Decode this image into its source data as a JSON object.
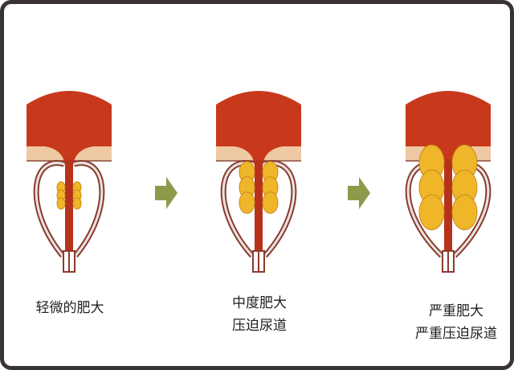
{
  "stages": [
    {
      "lines": [
        "轻微的肥大"
      ]
    },
    {
      "lines": [
        "中度肥大",
        "压迫尿道"
      ]
    },
    {
      "lines": [
        "严重肥大",
        "严重压迫尿道"
      ]
    }
  ],
  "colors": {
    "bladder": "#c8391c",
    "band": "#efc9a3",
    "gland": "#f0b62a",
    "arrow": "#8c9a4a",
    "frame": "#3a3333"
  }
}
